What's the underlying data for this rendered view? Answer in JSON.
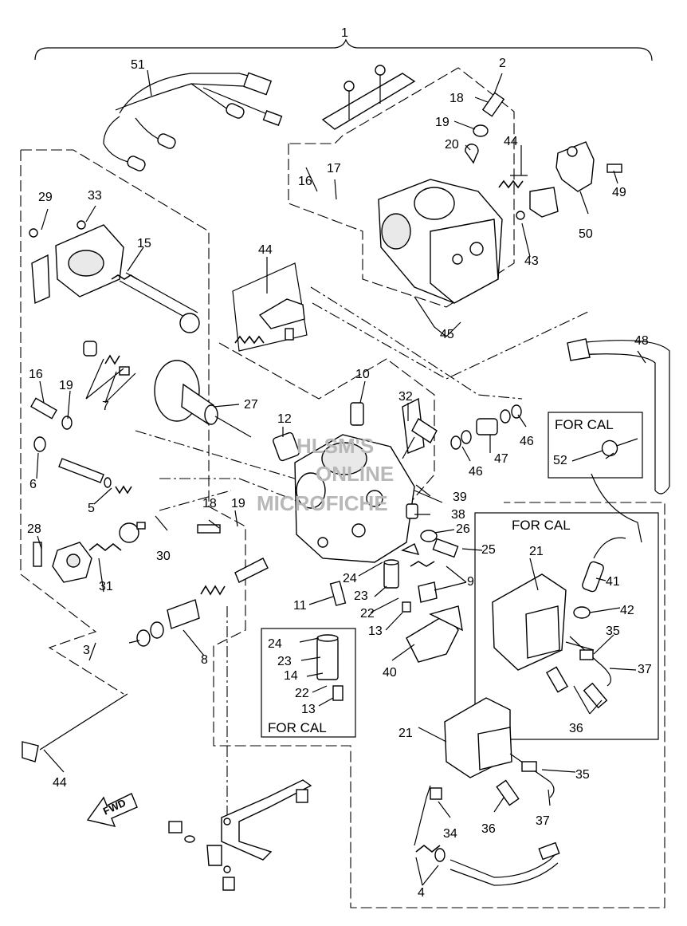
{
  "diagram": {
    "callouts": [
      "1",
      "2",
      "3",
      "4",
      "5",
      "6",
      "7",
      "8",
      "9",
      "10",
      "11",
      "12",
      "13",
      "14",
      "15",
      "16",
      "17",
      "18",
      "19",
      "20",
      "21",
      "22",
      "23",
      "24",
      "25",
      "26",
      "27",
      "28",
      "29",
      "30",
      "31",
      "32",
      "33",
      "34",
      "35",
      "36",
      "37",
      "38",
      "39",
      "40",
      "41",
      "42",
      "43",
      "44",
      "45",
      "46",
      "47",
      "48",
      "49",
      "50",
      "51",
      "52"
    ],
    "boxes": {
      "for_cal_top": "FOR CAL",
      "for_cal_right": "FOR CAL",
      "for_cal_inset": "FOR CAL"
    },
    "fwd_arrow": "FWD",
    "watermark": [
      "HLSM'S",
      "ONLINE",
      "MICROFICHE"
    ]
  }
}
